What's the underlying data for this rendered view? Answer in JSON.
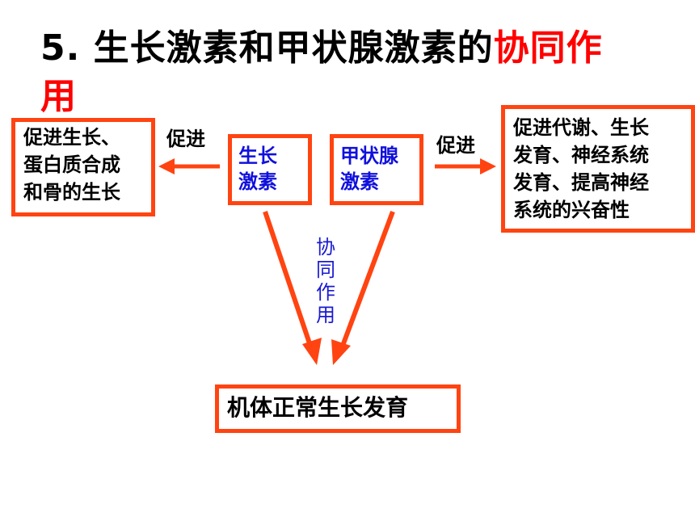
{
  "title": {
    "prefix": "5. 生长激素和甲状腺激素的",
    "highlight": "协同作用"
  },
  "boxes": {
    "left_effect": [
      "促进生长、",
      "蛋白质合成",
      "和骨的生长"
    ],
    "growth_hormone": [
      "生长",
      "激素"
    ],
    "thyroid_hormone": [
      "甲状腺",
      "激素"
    ],
    "right_effect": [
      "促进代谢、生长",
      "发育、神经系统",
      "发育、提高神经",
      "系统的兴奋性"
    ],
    "result": "机体正常生长发育"
  },
  "labels": {
    "promote_left": "促进",
    "promote_right": "促进",
    "synergy": [
      "协",
      "同",
      "作",
      "用"
    ]
  },
  "colors": {
    "border": "#ff4411",
    "arrow": "#ff4411",
    "hormone_text": "#1010dd",
    "highlight": "#ff0000"
  }
}
